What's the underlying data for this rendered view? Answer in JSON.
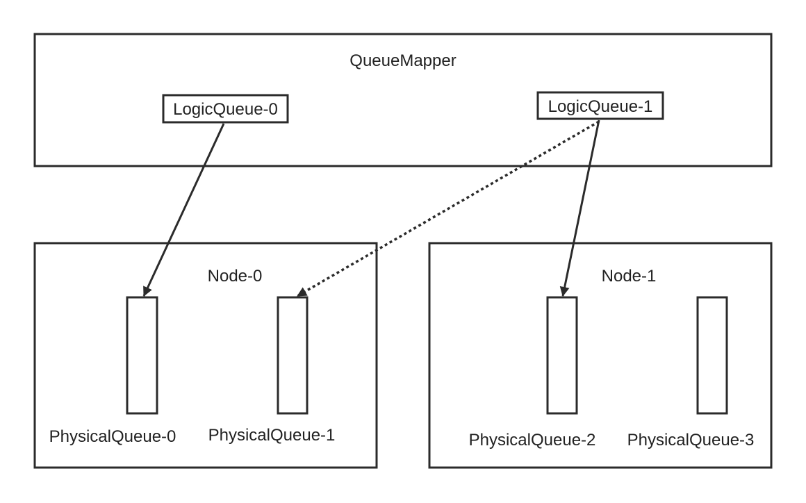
{
  "colors": {
    "stroke": "#2b2b2b",
    "text": "#222222",
    "background": "#ffffff"
  },
  "queue_mapper": {
    "title": "QueueMapper",
    "logic_queues": [
      {
        "label": "LogicQueue-0"
      },
      {
        "label": "LogicQueue-1"
      }
    ]
  },
  "nodes": [
    {
      "title": "Node-0",
      "physical_queues": [
        {
          "label": "PhysicalQueue-0"
        },
        {
          "label": "PhysicalQueue-1"
        }
      ]
    },
    {
      "title": "Node-1",
      "physical_queues": [
        {
          "label": "PhysicalQueue-2"
        },
        {
          "label": "PhysicalQueue-3"
        }
      ]
    }
  ],
  "mappings": [
    {
      "from": "LogicQueue-0",
      "to": "PhysicalQueue-0",
      "style": "solid"
    },
    {
      "from": "LogicQueue-1",
      "to": "PhysicalQueue-1",
      "style": "dotted"
    },
    {
      "from": "LogicQueue-1",
      "to": "PhysicalQueue-2",
      "style": "solid"
    }
  ]
}
